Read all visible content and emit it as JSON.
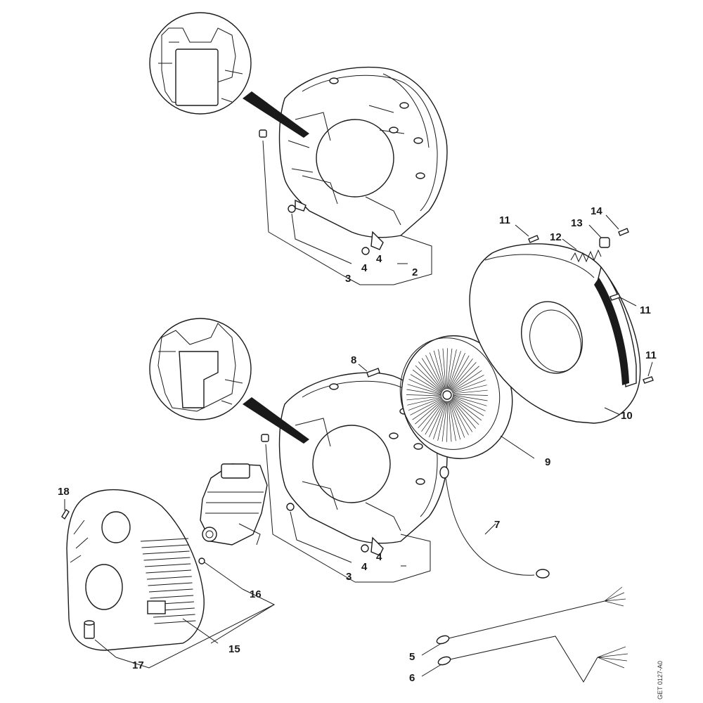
{
  "callouts": {
    "c2": "2",
    "c3a": "3",
    "c4a1": "4",
    "c4a2": "4",
    "c3b": "3",
    "c4b1": "4",
    "c4b2": "4",
    "c5": "5",
    "c6": "6",
    "c7": "7",
    "c8": "8",
    "c9": "9",
    "c10": "10",
    "c11a": "11",
    "c11b": "11",
    "c11c": "11",
    "c12": "12",
    "c13": "13",
    "c14": "14",
    "c15": "15",
    "c16": "16",
    "c17": "17",
    "c18": "18"
  },
  "drawing_code": "GET 0127-A0"
}
